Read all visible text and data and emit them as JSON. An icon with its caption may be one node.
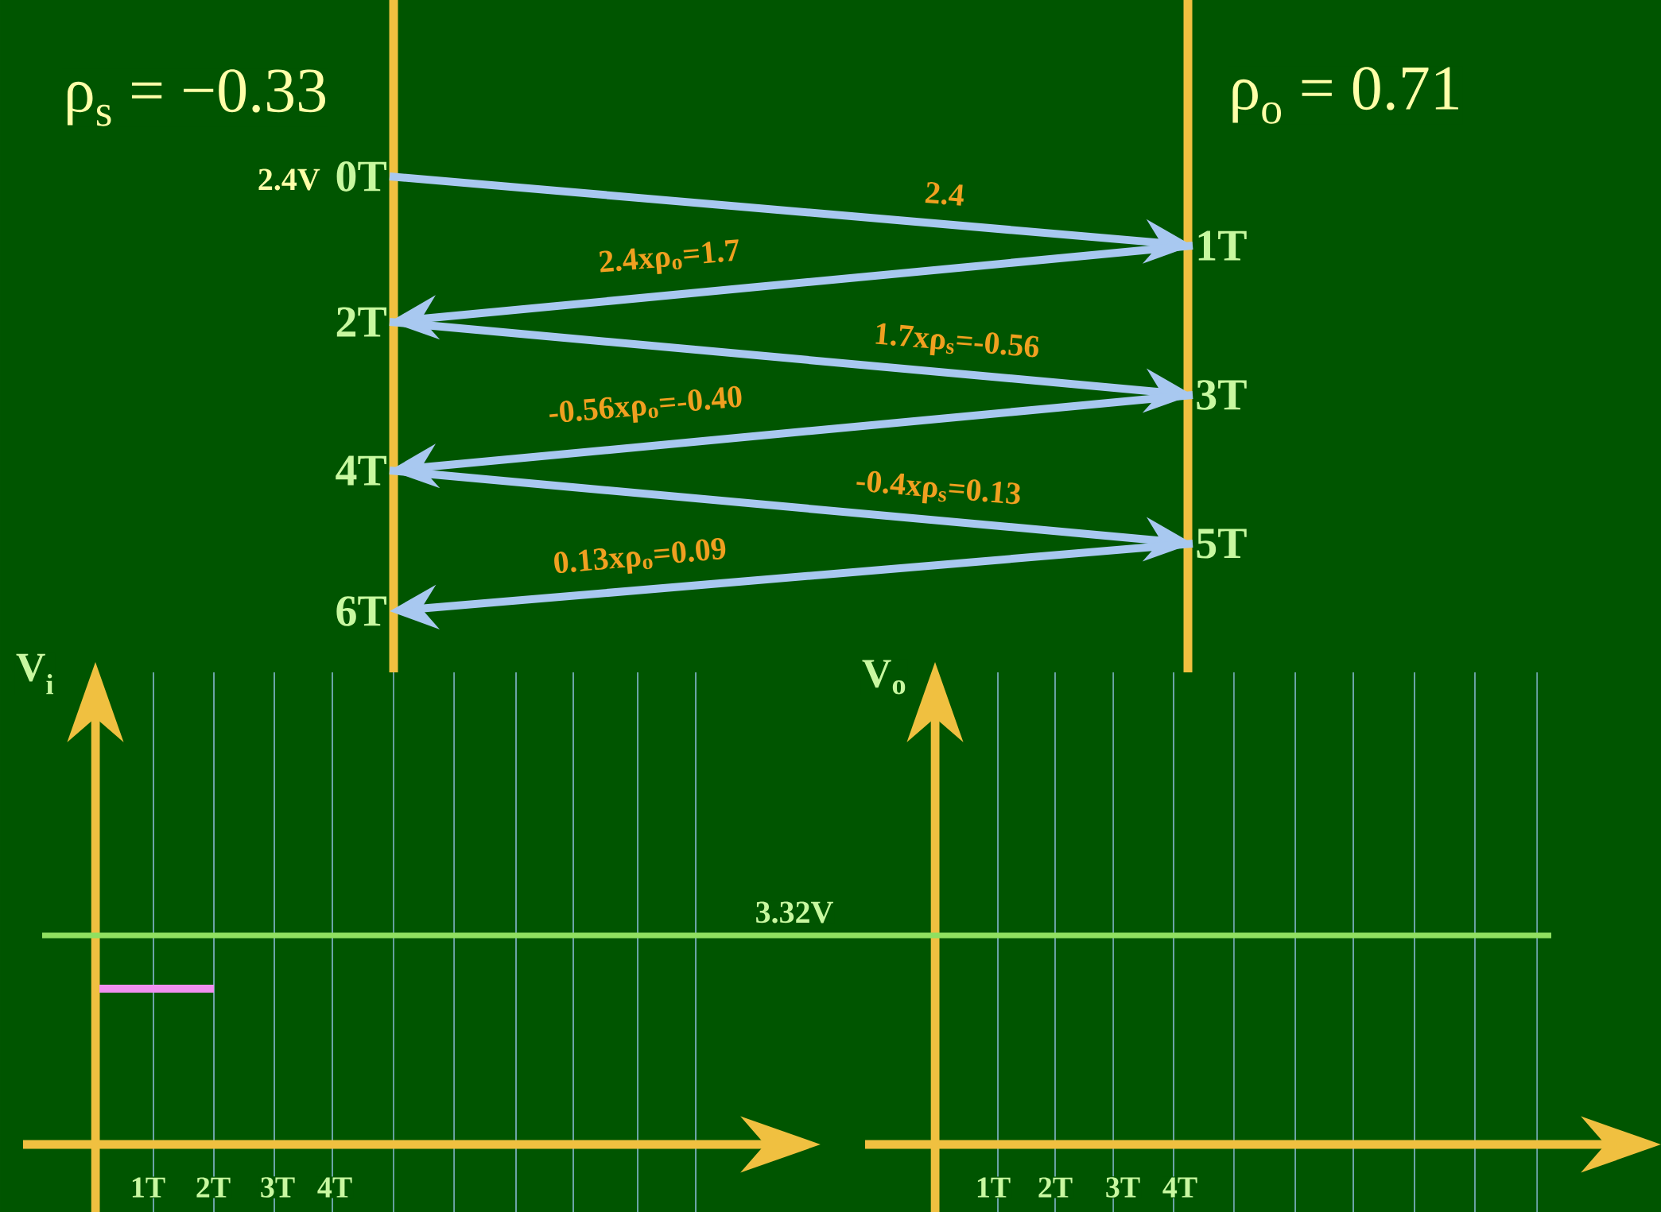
{
  "diagram": {
    "nodes": [
      {
        "text": [
          "0T"
        ],
        "beside": [
          "2.4V"
        ]
      },
      {
        "text": [
          "1T"
        ]
      },
      {
        "text": [
          "2T"
        ]
      },
      {
        "text": [
          "3T"
        ]
      },
      {
        "text": [
          "4T"
        ]
      },
      {
        "text": [
          "5T"
        ]
      },
      {
        "text": [
          "6T"
        ]
      }
    ],
    "edges": [
      {
        "from": 0,
        "to": 1,
        "arrow": "to",
        "label": "2.4"
      },
      {
        "from": 1,
        "to": 2,
        "arrow": "to",
        "label": "2.4xρ$_{o}$=1.7"
      },
      {
        "from": 2,
        "to": 3,
        "arrow": "to",
        "label": "1.7xρ$_{s}$=-0.56"
      },
      {
        "from": 3,
        "to": 4,
        "arrow": "to",
        "label": "-0.56xρ$_{o}$=-0.40"
      },
      {
        "from": 4,
        "to": 5,
        "arrow": "to",
        "label": "-0.4xρ$_{s}$=0.13"
      },
      {
        "from": 5,
        "to": 6,
        "arrow": "to",
        "label": "0.13xρ$_{o}$=0.09"
      }
    ],
    "labels": [
      "ρ$_{s}$ = −0.33",
      "ρ$_{o}$ = 0.71",
      "V$_{i}$",
      "V$_{o}$",
      "3.32V",
      "1T",
      "2T",
      "3T",
      "4T",
      "1T",
      "2T",
      "3T",
      "4T"
    ]
  }
}
